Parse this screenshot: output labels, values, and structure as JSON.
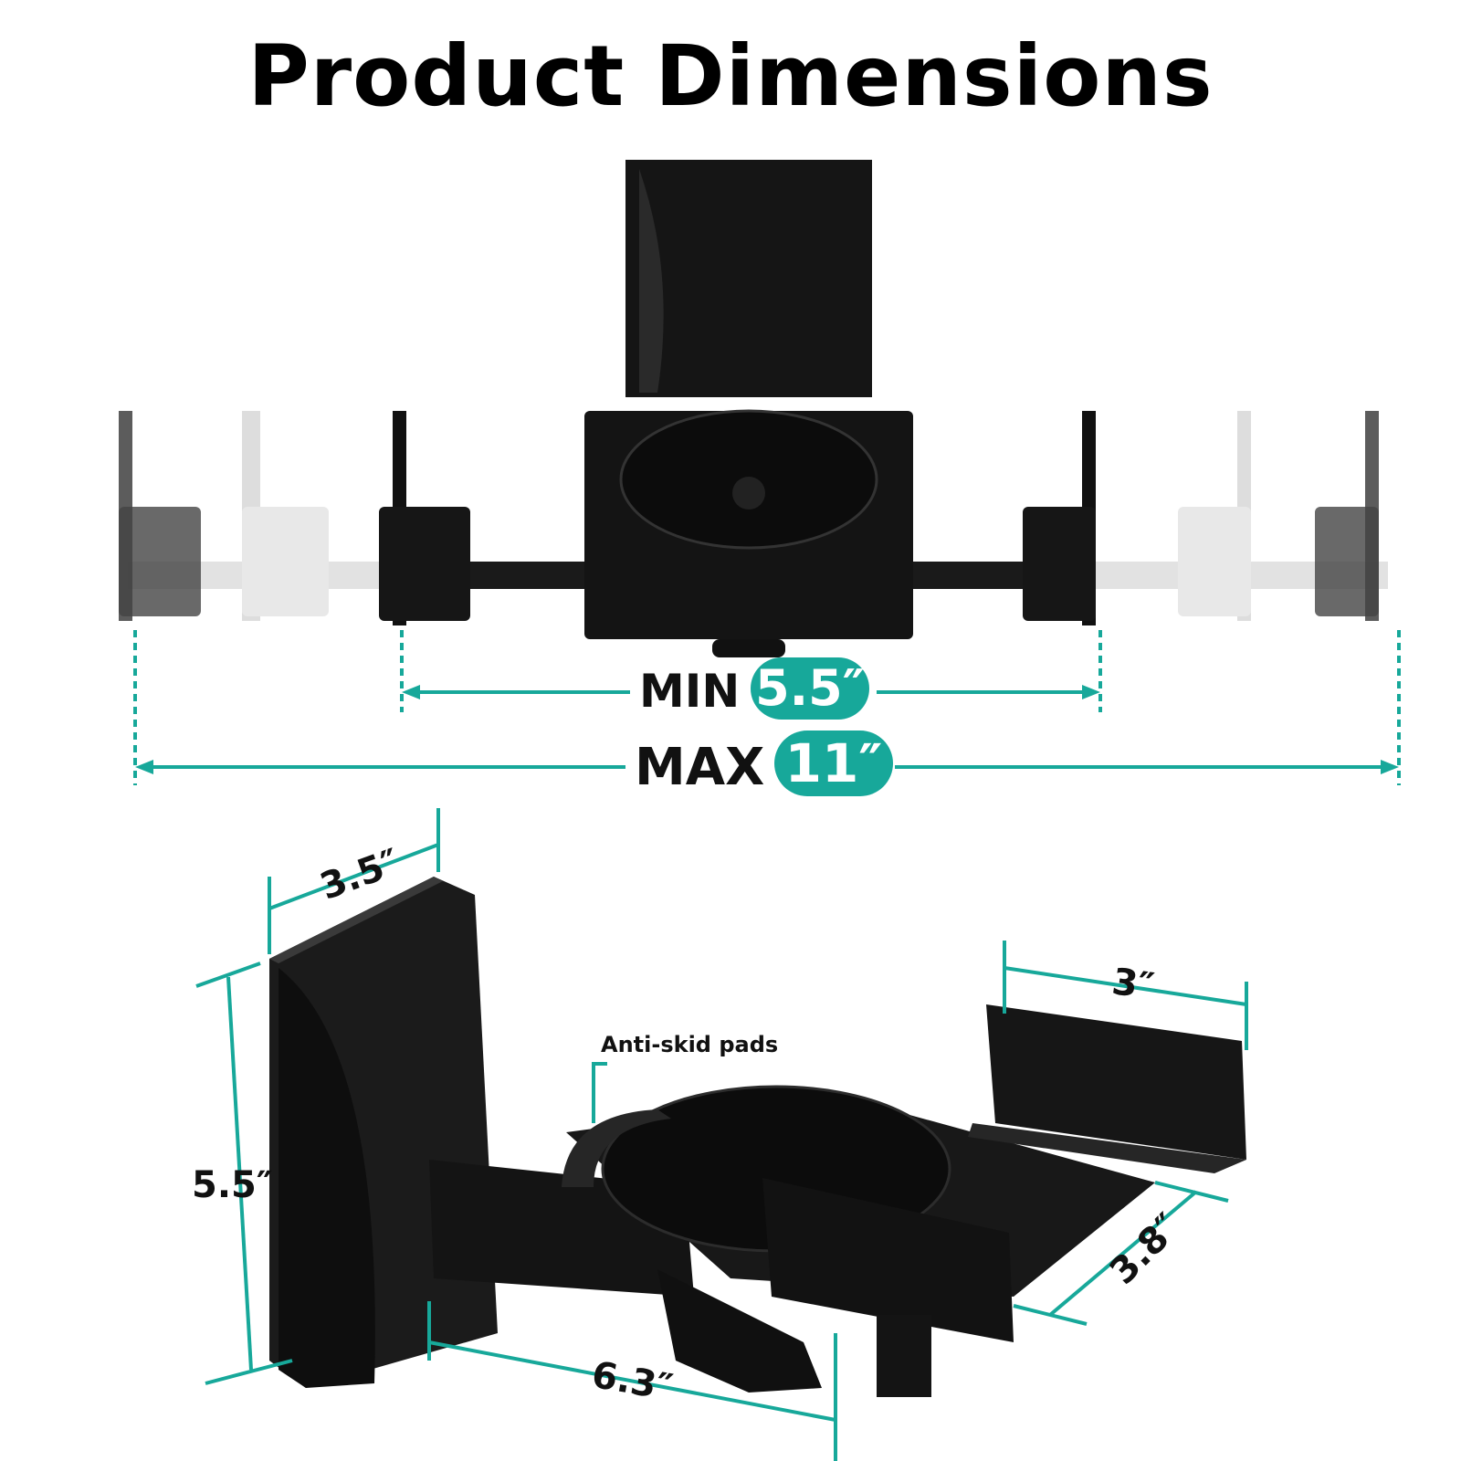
{
  "title": "Product Dimensions",
  "colors": {
    "accent": "#17a89a",
    "product": "#111111",
    "text": "#000000"
  },
  "top_view": {
    "min": {
      "label": "MIN",
      "value": "5.5″"
    },
    "max": {
      "label": "MAX",
      "value": "11″"
    }
  },
  "side_view": {
    "callout": "Anti-skid pads",
    "dims": {
      "plate_width": "3.5″",
      "plate_height": "5.5″",
      "arm_length": "6.3″",
      "tray_depth": "3.8″",
      "clamp_width": "3″"
    }
  }
}
